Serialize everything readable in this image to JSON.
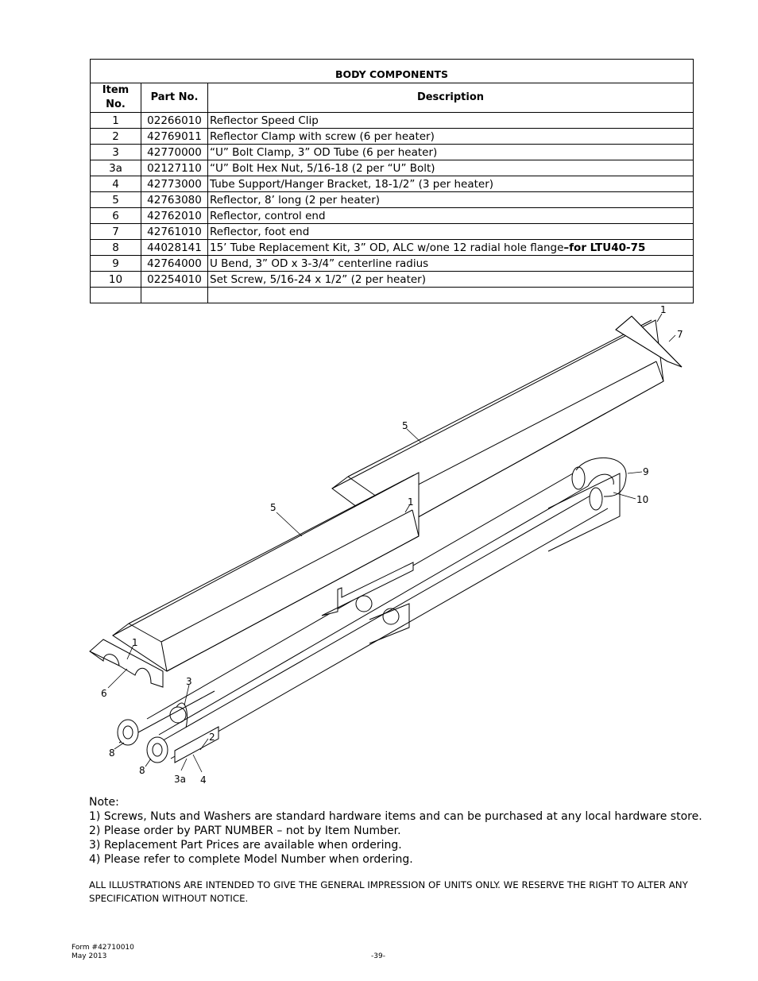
{
  "table": {
    "title": "BODY COMPONENTS",
    "headers": [
      "Item No.",
      "Part No.",
      "Description"
    ],
    "rows": [
      {
        "item": "1",
        "part": "02266010",
        "desc": "Reflector Speed Clip",
        "bold_suffix": ""
      },
      {
        "item": "2",
        "part": "42769011",
        "desc": "Reflector Clamp with screw (6 per heater)",
        "bold_suffix": ""
      },
      {
        "item": "3",
        "part": "42770000",
        "desc": "“U” Bolt Clamp, 3” OD Tube (6 per heater)",
        "bold_suffix": ""
      },
      {
        "item": "3a",
        "part": "02127110",
        "desc": "“U” Bolt Hex Nut, 5/16-18  (2 per “U” Bolt)",
        "bold_suffix": ""
      },
      {
        "item": "4",
        "part": "42773000",
        "desc": "Tube Support/Hanger Bracket, 18-1/2”  (3 per heater)",
        "bold_suffix": ""
      },
      {
        "item": "5",
        "part": "42763080",
        "desc": "Reflector, 8’ long  (2 per heater)",
        "bold_suffix": ""
      },
      {
        "item": "6",
        "part": "42762010",
        "desc": "Reflector, control end",
        "bold_suffix": ""
      },
      {
        "item": "7",
        "part": "42761010",
        "desc": "Reflector, foot end",
        "bold_suffix": ""
      },
      {
        "item": "8",
        "part": "44028141",
        "desc": "15’ Tube Replacement Kit, 3” OD, ALC w/one 12 radial hole flange",
        "bold_suffix": "–for LTU40-75"
      },
      {
        "item": "9",
        "part": "42764000",
        "desc": "U Bend, 3” OD x 3-3/4” centerline radius",
        "bold_suffix": ""
      },
      {
        "item": "10",
        "part": "02254010",
        "desc": "Set Screw, 5/16-24 x 1/2” (2 per heater)",
        "bold_suffix": ""
      },
      {
        "item": "",
        "part": "",
        "desc": "",
        "bold_suffix": ""
      }
    ]
  },
  "diagram": {
    "callouts": {
      "c1_top": "1",
      "c7": "7",
      "c5_upper": "5",
      "c1_mid": "1",
      "c9": "9",
      "c10": "10",
      "c5_lower": "5",
      "c1_left": "1",
      "c6": "6",
      "c3": "3",
      "c2": "2",
      "c8_upper": "8",
      "c8_lower": "8",
      "c3a": "3a",
      "c4": "4"
    }
  },
  "notes": {
    "heading": "Note:",
    "items": [
      "1) Screws, Nuts and Washers are standard hardware items and can be purchased at any local hardware store.",
      "2) Please order by PART NUMBER – not by Item Number.",
      "3) Replacement Part Prices are available when ordering.",
      "4) Please refer to complete Model Number when ordering."
    ]
  },
  "disclaimer": "ALL ILLUSTRATIONS ARE INTENDED TO GIVE THE GENERAL IMPRESSION OF UNITS ONLY. WE RESERVE THE RIGHT TO ALTER ANY SPECIFICATION WITHOUT NOTICE.",
  "footer": {
    "form": "Form #42710010",
    "date": "May 2013",
    "page": "-39-"
  }
}
